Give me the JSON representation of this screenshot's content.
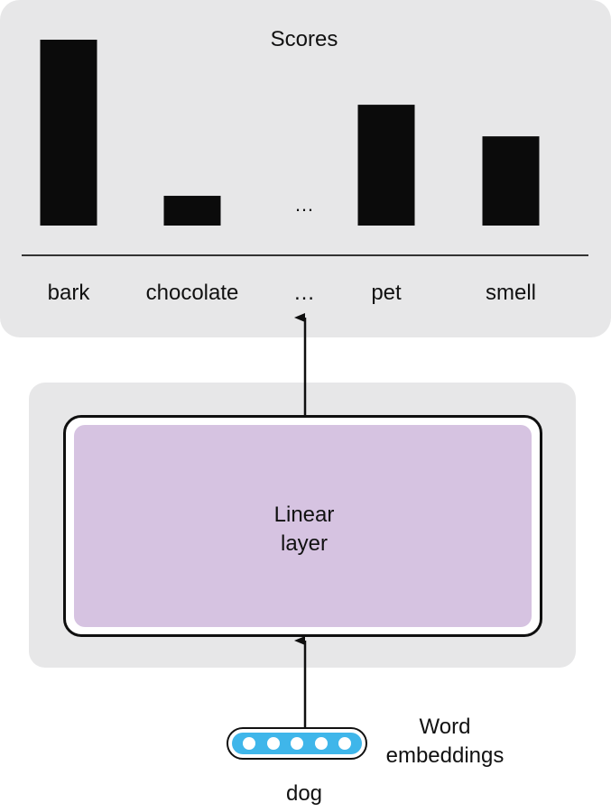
{
  "scores": {
    "title": "Scores",
    "ellipsis": "…",
    "categories": [
      "bark",
      "chocolate",
      "…",
      "pet",
      "smell"
    ]
  },
  "chart_data": {
    "type": "bar",
    "title": "Scores",
    "categories": [
      "bark",
      "chocolate",
      "…",
      "pet",
      "smell"
    ],
    "values": [
      1.0,
      0.16,
      null,
      0.65,
      0.48
    ],
    "ylim": [
      0,
      1
    ],
    "grid": false,
    "bar_color": "#0b0b0b"
  },
  "linear_layer": {
    "label": "Linear\nlayer"
  },
  "embedding": {
    "label": "Word\nembeddings",
    "word": "dog",
    "dot_count": 5
  },
  "colors": {
    "panel": "#e7e7e8",
    "linear_fill": "#d6c3e1",
    "embedding_fill": "#3fb6ea",
    "ink": "#0f0f0f"
  }
}
